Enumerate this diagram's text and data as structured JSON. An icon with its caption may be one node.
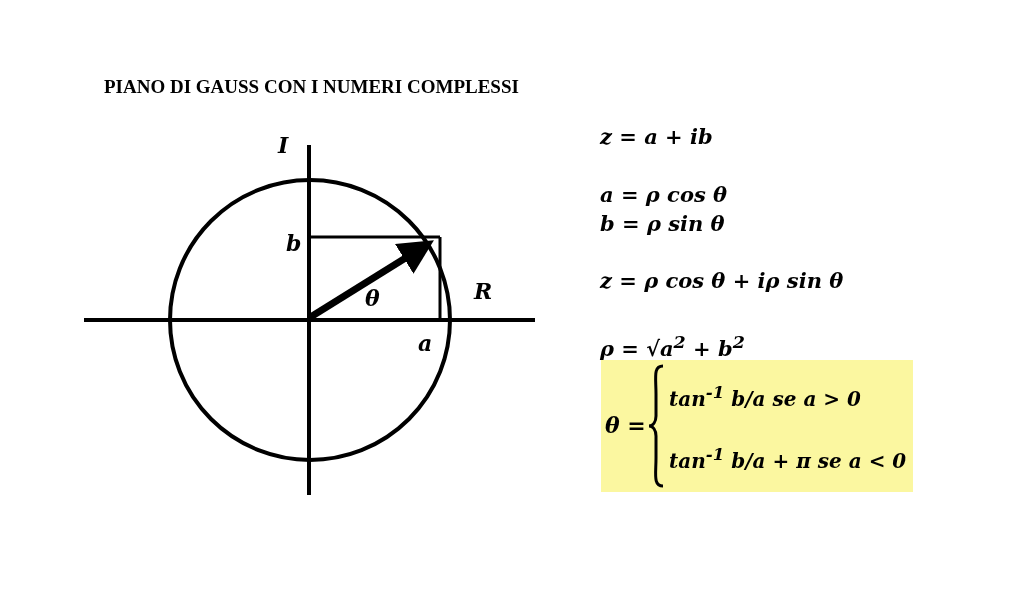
{
  "diagram": {
    "title": "PIANO DI GAUSS CON I NUMERI COMPLESSI",
    "nodes": [
      {
        "text": [
          "θ =",
          "tan$^{-1}$ b/a   se  a > 0",
          "tan$^{-1}$ b/a + π   se  a < 0"
        ]
      }
    ],
    "labels": [
      "I",
      "b",
      "θ",
      "R",
      "a",
      "z = a + ib",
      "a =  ρ cos θ",
      "b =  ρ sin θ",
      "z = ρ cos θ + iρ sin θ",
      "ρ = √a$^{2}$ + b$^{2}$"
    ]
  }
}
